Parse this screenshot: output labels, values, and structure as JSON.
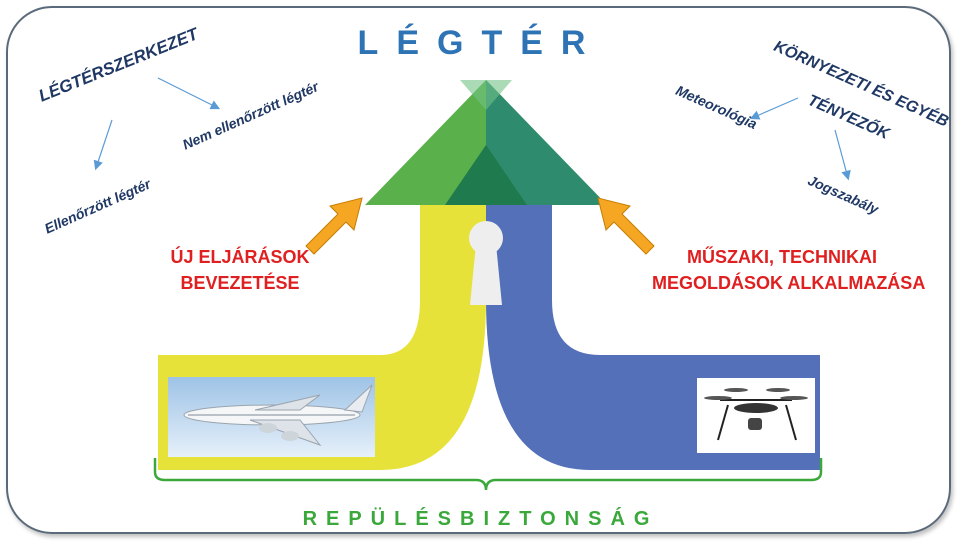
{
  "title": "LÉGTÉR",
  "footer": "REPÜLÉSBIZTONSÁG",
  "left_group": {
    "root": "LÉGTÉRSZERKEZET",
    "child_right": "Nem ellenőrzött légtér",
    "child_down": "Ellenőrzött légtér"
  },
  "right_group": {
    "root_line1": "KÖRNYEZETI ÉS EGYÉB",
    "root_line2": "TÉNYEZŐK",
    "child_left": "Meteorológia",
    "child_down": "Jogszabály"
  },
  "left_label": {
    "line1": "ÚJ ELJÁRÁSOK",
    "line2": "BEVEZETÉSE"
  },
  "right_label": {
    "line1": "MŰSZAKI, TECHNIKAI",
    "line2": "MEGOLDÁSOK ALKALMAZÁSA"
  },
  "images": {
    "left": "airliner-photo",
    "right": "drone-photo"
  },
  "colors": {
    "title": "#2e74b5",
    "footer": "#3aa83a",
    "yellow_path": "#e6e23a",
    "blue_path": "#5470b8",
    "arrow": "#f5a623",
    "red_text": "#e02020",
    "text_blue": "#1f3864"
  }
}
